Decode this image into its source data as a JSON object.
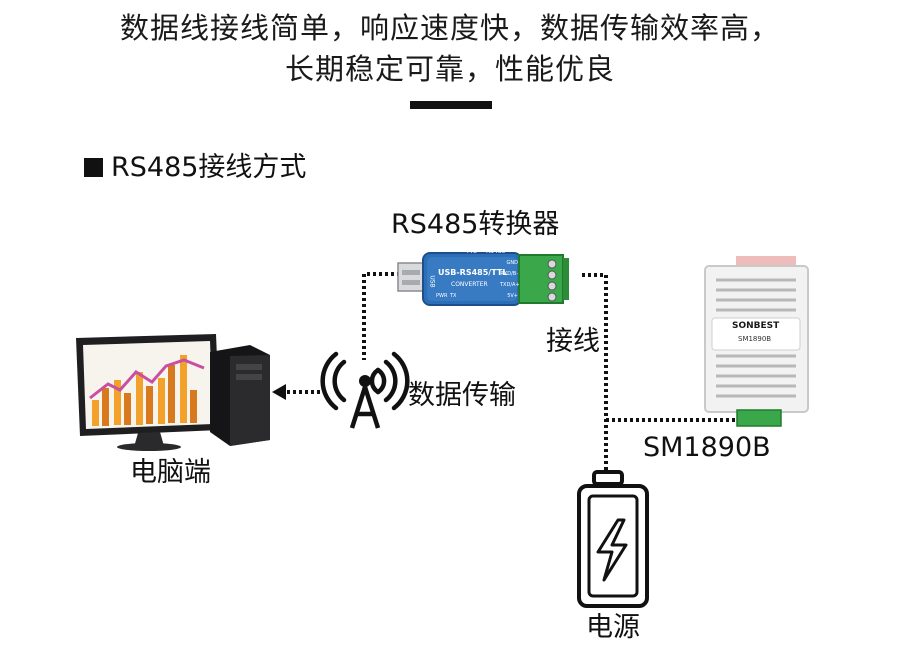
{
  "headline": {
    "line1": "数据线接线简单，响应速度快，数据传输效率高，",
    "line2": "长期稳定可靠，性能优良"
  },
  "section_title": "RS485接线方式",
  "converter": {
    "title": "RS485转换器",
    "board_label": "USB-RS485/TTL",
    "board_sub": "CONVERTER",
    "usb_label": "USB",
    "top_labels": [
      "TTL",
      "RS485"
    ],
    "pin_labels": [
      "GND",
      "RXD/B-",
      "TXD/A+",
      "5V+"
    ],
    "led_labels": [
      "PWR",
      "TX"
    ]
  },
  "wiring_label": "接线",
  "transmission_label": "数据传输",
  "computer_label": "电脑端",
  "sensor": {
    "model": "SM1890B",
    "brand": "SONBEST",
    "device_model": "SM1890B"
  },
  "power_label": "电源",
  "colors": {
    "usb_body": "#2d6fb7",
    "terminal_green": "#3aa84a",
    "bar_orange": "#f2a12a",
    "bar_dark_orange": "#d9791d",
    "line_pink": "#c94fa0",
    "sensor_housing": "#f2f2f2"
  },
  "icons": [
    "wireless-tower-icon",
    "lightning-icon",
    "arrow-left-icon"
  ]
}
